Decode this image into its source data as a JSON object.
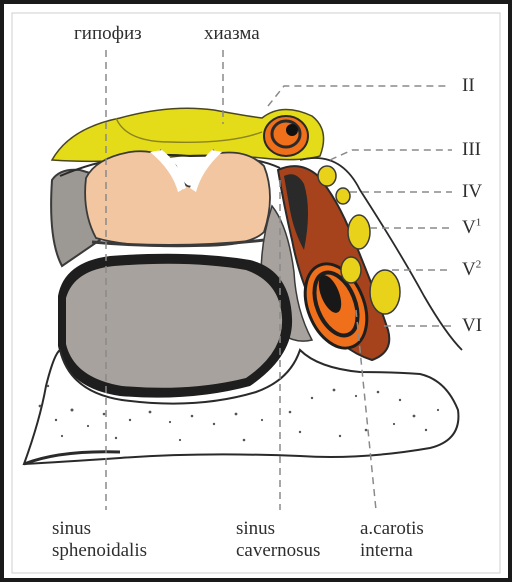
{
  "labels": {
    "top": {
      "hypophysis": "гипофиз",
      "chiasma": "хиазма"
    },
    "nerves": {
      "ii": "II",
      "iii": "III",
      "iv": "IV",
      "v1": "V",
      "v1_sup": "1",
      "v2": "V",
      "v2_sup": "2",
      "vi": "VI"
    },
    "bottom": {
      "sinus_sphenoidalis_1": "sinus",
      "sinus_sphenoidalis_2": "sphenoidalis",
      "sinus_cavernosus_1": "sinus",
      "sinus_cavernosus_2": "cavernosus",
      "carotis_1": "a.carotis",
      "carotis_2": "interna"
    }
  },
  "colors": {
    "frame": "#1a1a1a",
    "chiasma_yellow": "#e4dc18",
    "nerve_yellow": "#e8d21a",
    "hypophysis_peach": "#f2c6a0",
    "carotid_orange": "#ef6f1a",
    "cavernous_brown": "#a6431c",
    "sinus_gray": "#a7a29d",
    "bone_white": "#ffffff",
    "outline_dark": "#2a2a2a",
    "leader_gray": "#8a8a8a"
  }
}
